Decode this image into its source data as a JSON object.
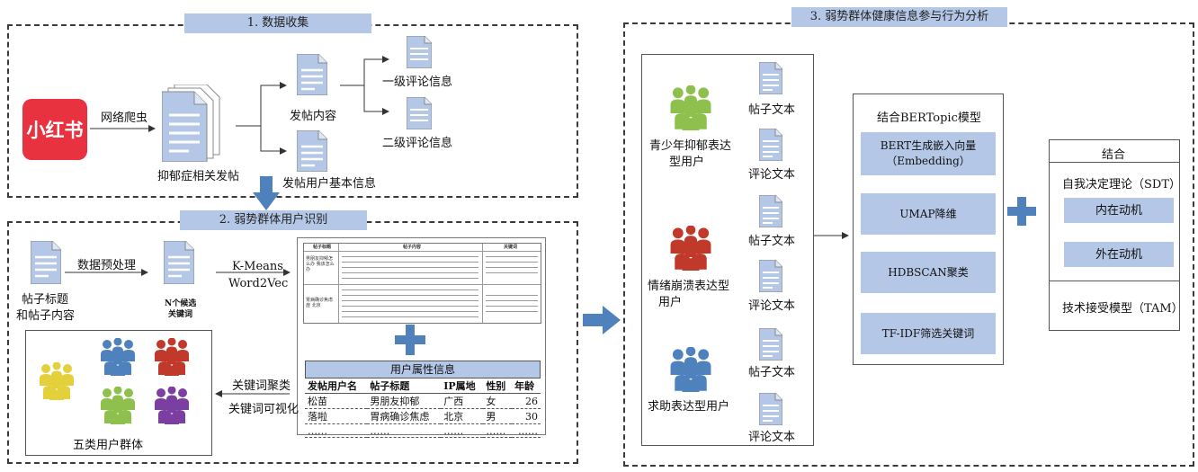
{
  "section1": {
    "title": "1. 数据收集"
  },
  "section2": {
    "title": "2. 弱势群体用户识别"
  },
  "section3": {
    "title": "3. 弱势群体健康信息参与行为分析"
  },
  "xhs": {
    "logo_text": "小红书",
    "color": "#e8323f"
  },
  "collect": {
    "crawl_label": "网络爬虫",
    "posts_label": "抑郁症相关发帖",
    "content_label": "发帖内容",
    "userinfo_label": "发帖用户基本信息",
    "comment1_label": "一级评论信息",
    "comment2_label": "二级评论信息"
  },
  "identify": {
    "input_label_line1": "帖子标题",
    "input_label_line2": "和帖子内容",
    "preprocess_label": "数据预处理",
    "keywords_label_line1": "N个候选",
    "keywords_label_line2": "关键词",
    "method_line1": "K-Means",
    "method_line2": "Word2Vec",
    "cluster_label": "关键词聚类",
    "visual_label": "关键词可视化",
    "groups_label": "五类用户群体",
    "doc_table": {
      "headers": [
        "帖子标题",
        "帖子内容",
        "关键词"
      ],
      "row1_title": "男朋友抑郁怎么办 我该怎么办",
      "row2_title": "胃病确诊焦虑症 北京"
    },
    "user_table": {
      "title": "用户属性信息",
      "headers": [
        "发帖用户名",
        "帖子标题",
        "IP属地",
        "性别",
        "年龄"
      ],
      "rows": [
        [
          "松苗",
          "男朋友抑郁",
          "广西",
          "女",
          "26"
        ],
        [
          "落啦",
          "胃病确诊焦虑",
          "北京",
          "男",
          "30"
        ],
        [
          "……",
          "……",
          "……",
          "……",
          "……"
        ]
      ]
    }
  },
  "analysis": {
    "groups": [
      {
        "name_line1": "青少年抑郁表达",
        "name_line2": "型用户",
        "color": "#8fbf4d"
      },
      {
        "name_line1": "情绪崩溃表达型",
        "name_line2": "用户",
        "color": "#c0392b"
      },
      {
        "name_line1": "求助表达型用户",
        "name_line2": "",
        "color": "#4f81bd"
      }
    ],
    "post_text": "帖子文本",
    "comment_text": "评论文本",
    "bertopic_title": "结合BERTopic模型",
    "steps": [
      {
        "line1": "BERT生成嵌入向量",
        "line2": "（Embedding）"
      },
      {
        "line1": "UMAP降维",
        "line2": ""
      },
      {
        "line1": "HDBSCAN聚类",
        "line2": ""
      },
      {
        "line1": "TF-IDF筛选关键词",
        "line2": ""
      }
    ],
    "plus": "+",
    "combine_title": "结合",
    "sdt_label": "自我决定理论（SDT）",
    "intrinsic": "内在动机",
    "extrinsic": "外在动机",
    "tam_label": "技术接受模型（TAM）"
  },
  "colors": {
    "accent": "#4f81bd",
    "light_blue": "#b4c7e7",
    "yellow": "#e3d03b",
    "purple": "#7a3fa0"
  }
}
